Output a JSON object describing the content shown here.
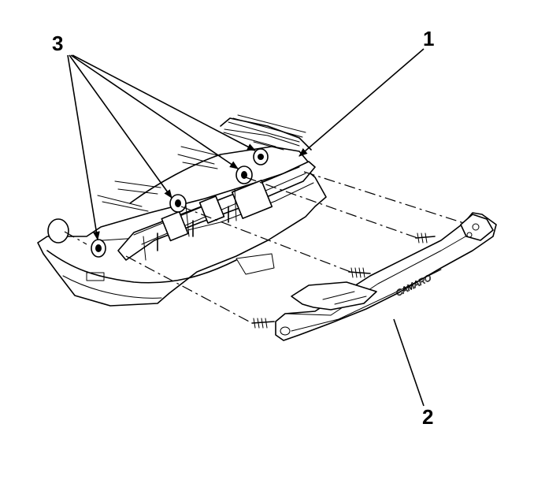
{
  "callouts": {
    "one": "1",
    "two": "2",
    "three": "3"
  },
  "parts": {
    "fascia_emblem": "CAMARO"
  }
}
